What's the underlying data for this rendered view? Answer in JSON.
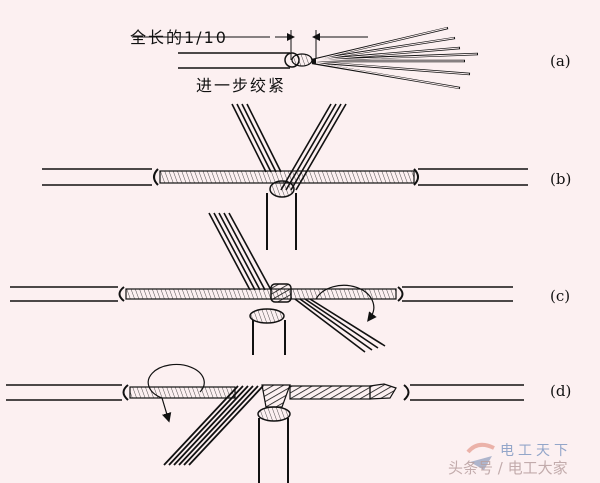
{
  "annotations": {
    "length_note": "全长的1/10",
    "twist_note": "进一步绞紧"
  },
  "panels": [
    {
      "id": "a",
      "label": "(a)"
    },
    {
      "id": "b",
      "label": "(b)"
    },
    {
      "id": "c",
      "label": "(c)"
    },
    {
      "id": "d",
      "label": "(d)"
    }
  ],
  "watermark": {
    "line1": "电工天下",
    "line2": "头条号 / 电工大家"
  },
  "colors": {
    "background": "#fcf0f1",
    "ink": "#111111"
  }
}
